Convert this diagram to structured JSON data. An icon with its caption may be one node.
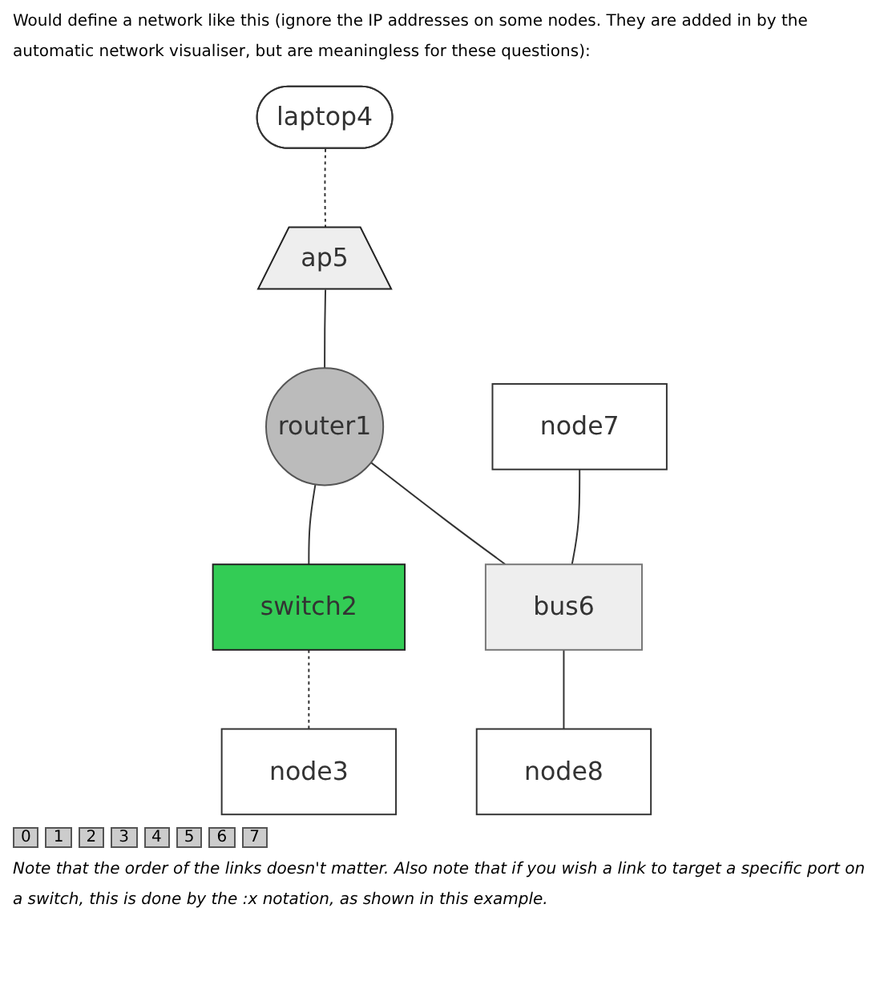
{
  "diagram": {
    "title": "Would define a network like this (ignore the IP addresses on some nodes. They are added in by the automatic network visualiser, but are meaningless for these questions):",
    "caption": "Note that the order of the links doesn't matter. Also note that if you wish a link to target a specific port on a switch, this is done by the :x notation, as shown in this example.",
    "nodes": [
      {
        "text": [
          "laptop4"
        ]
      },
      {
        "text": [
          "ap5"
        ]
      },
      {
        "text": [
          "router1"
        ]
      },
      {
        "text": [
          "switch2"
        ]
      },
      {
        "text": [
          "node3"
        ]
      },
      {
        "text": [
          "bus6"
        ]
      },
      {
        "text": [
          "node7"
        ]
      },
      {
        "text": [
          "node8"
        ]
      }
    ],
    "edges": [
      {
        "from": 0,
        "to": 1,
        "arrow": "none",
        "style": "dashed"
      },
      {
        "from": 1,
        "to": 2,
        "arrow": "none"
      },
      {
        "from": 2,
        "to": 3,
        "arrow": "none"
      },
      {
        "from": 3,
        "to": 4,
        "arrow": "none",
        "style": "dashed"
      },
      {
        "from": 2,
        "to": 5,
        "arrow": "none"
      },
      {
        "from": 6,
        "to": 5,
        "arrow": "none"
      },
      {
        "from": 5,
        "to": 7,
        "arrow": "none"
      }
    ],
    "labels": [
      "0",
      "1",
      "2",
      "3",
      "4",
      "5",
      "6",
      "7"
    ]
  }
}
